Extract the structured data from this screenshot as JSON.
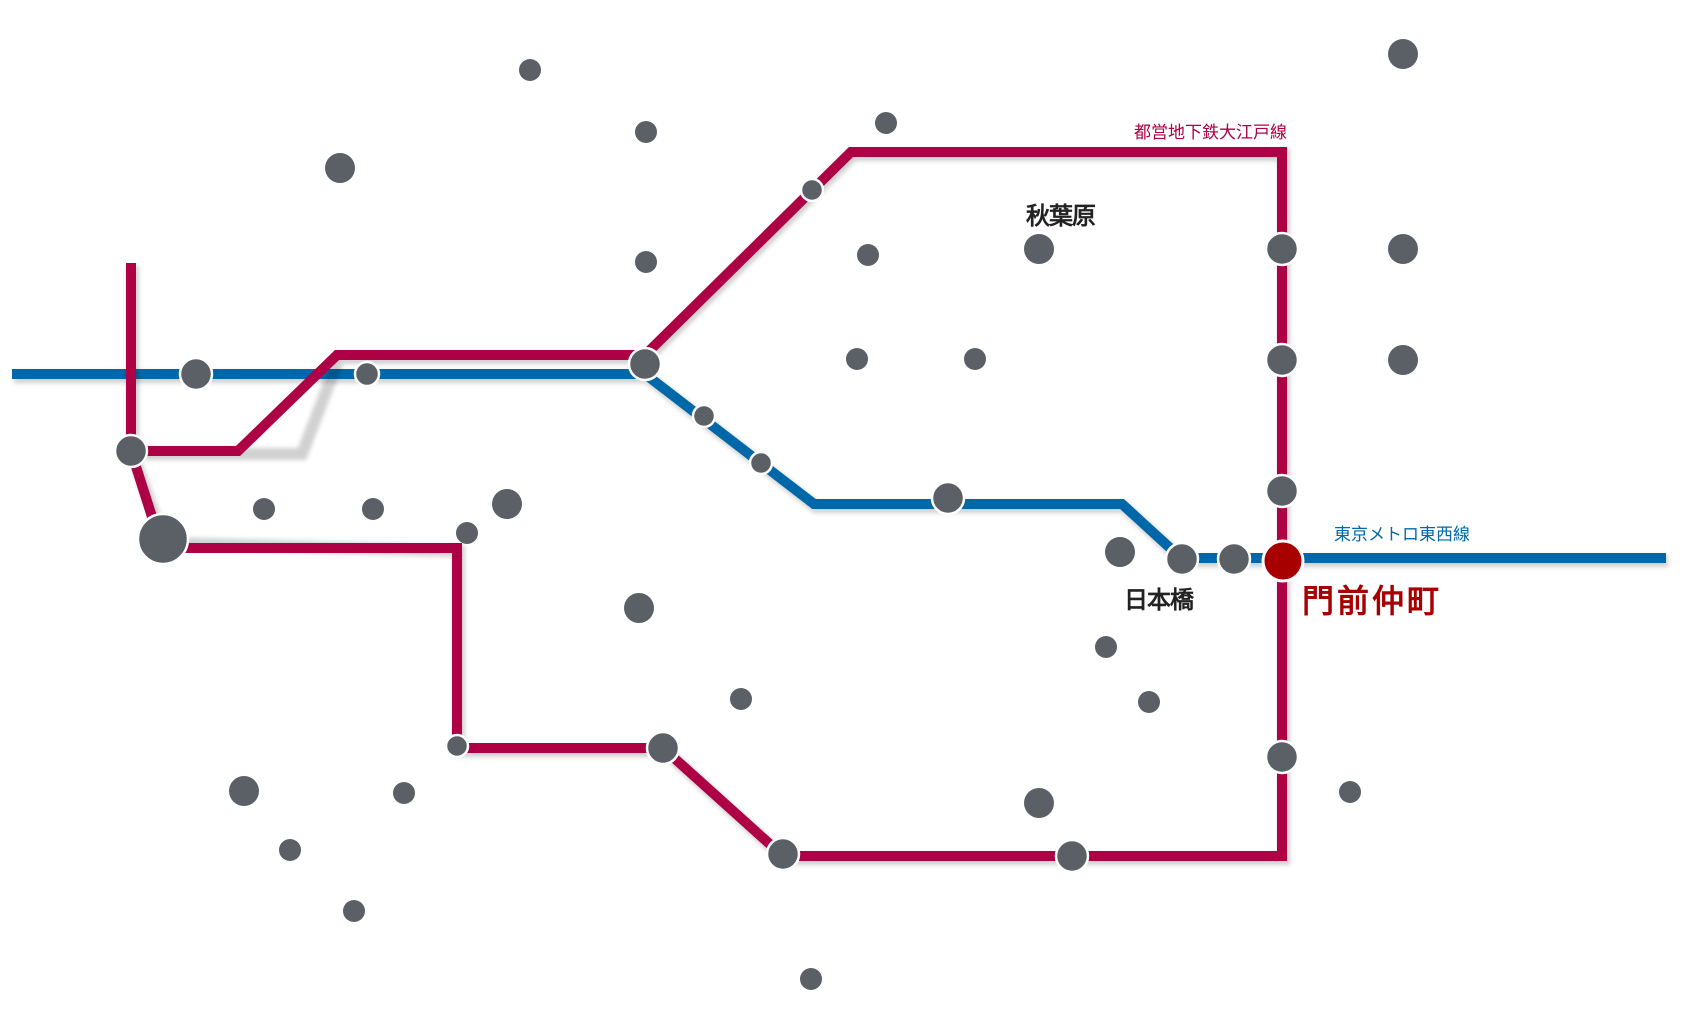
{
  "lines": {
    "oedo": {
      "name": "都営地下鉄大江戸線",
      "color": "#ad0045"
    },
    "tozai": {
      "name": "東京メトロ東西線",
      "color": "#0068a8"
    }
  },
  "area_labels": {
    "akihabara": "秋葉原",
    "nihonbashi": "日本橋"
  },
  "highlight_station": {
    "name": "門前仲町",
    "color": "#a80000"
  },
  "station_color": "#5b6067"
}
